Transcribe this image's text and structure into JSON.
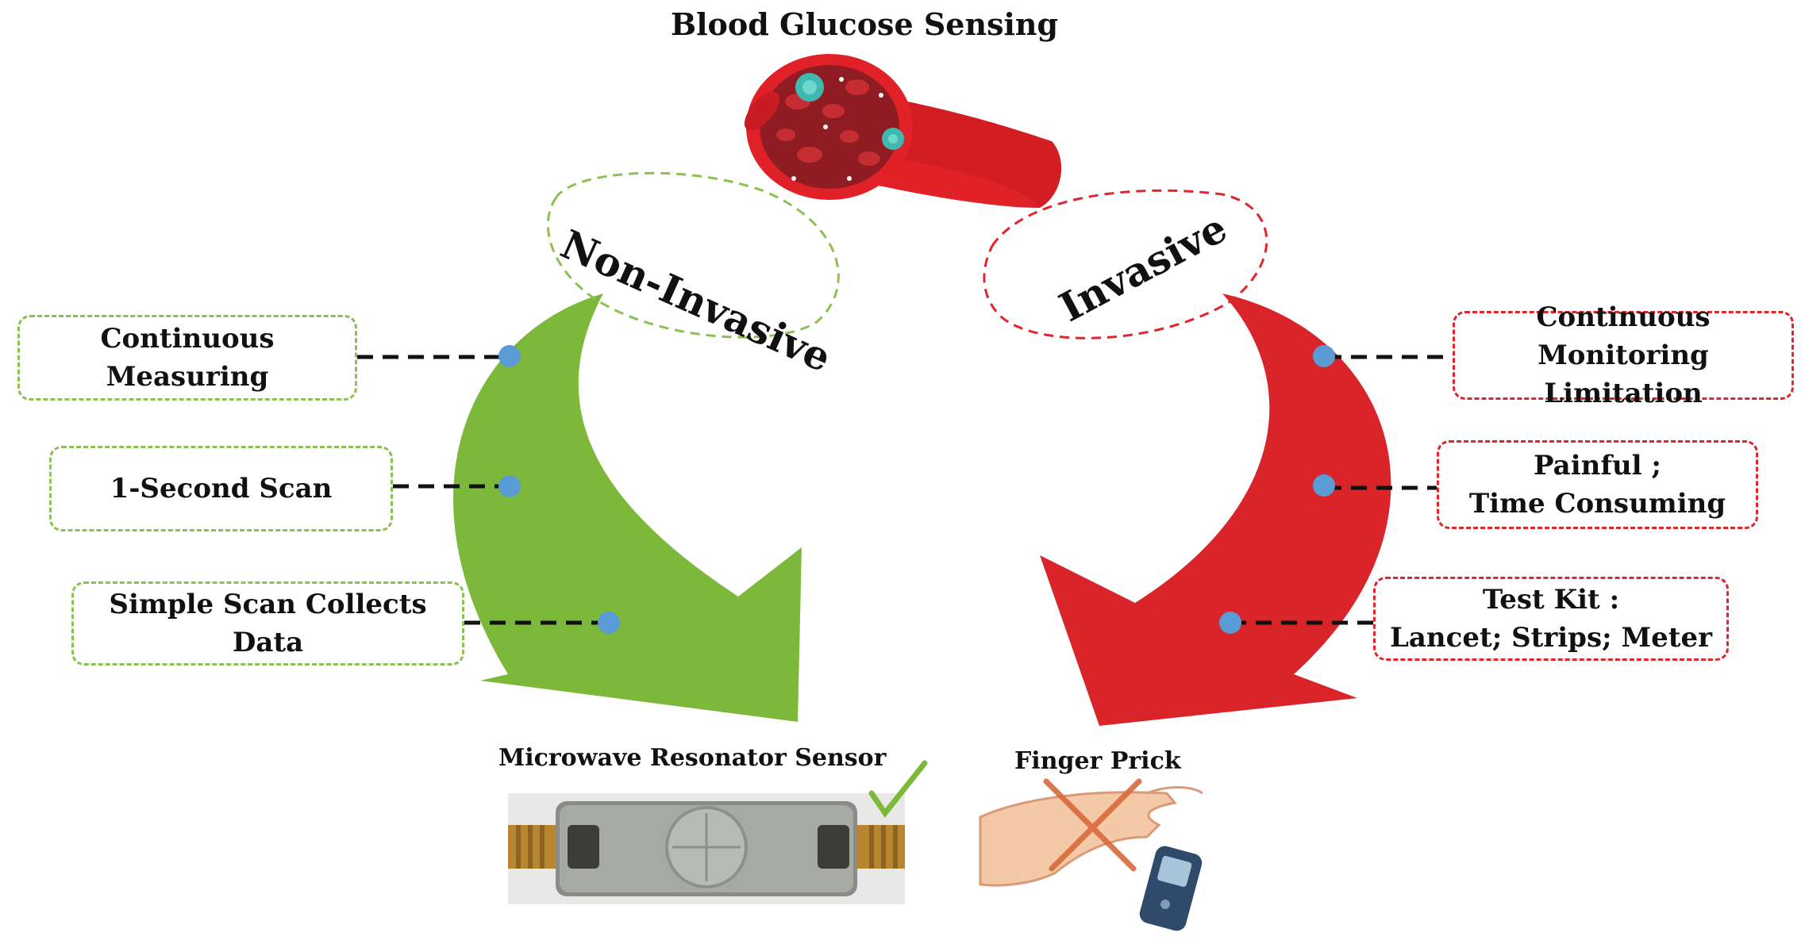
{
  "title": "Blood Glucose Sensing",
  "branches": {
    "non_invasive": {
      "label": "Non-Invasive",
      "color": "#7cb83a",
      "benefits": [
        "Continuous Measuring",
        "1-Second Scan",
        "Simple Scan Collects Data"
      ],
      "method": "Microwave Resonator Sensor"
    },
    "invasive": {
      "label": "Invasive",
      "color": "#d9242a",
      "drawbacks": [
        {
          "line1": "Continuous",
          "line2": "Monitoring Limitation"
        },
        {
          "line1": "Painful ;",
          "line2": "Time Consuming"
        },
        {
          "line1": "Test Kit :",
          "line2": "Lancet; Strips; Meter"
        }
      ],
      "method": "Finger Prick"
    }
  },
  "icons": {
    "vessel": "blood-vessel-icon",
    "check": "checkmark-icon",
    "cross": "cross-icon",
    "meter": "glucose-meter-icon"
  },
  "colors": {
    "dot": "#5b9bd5",
    "green_border": "#8cc152",
    "red_border": "#e0252b"
  }
}
